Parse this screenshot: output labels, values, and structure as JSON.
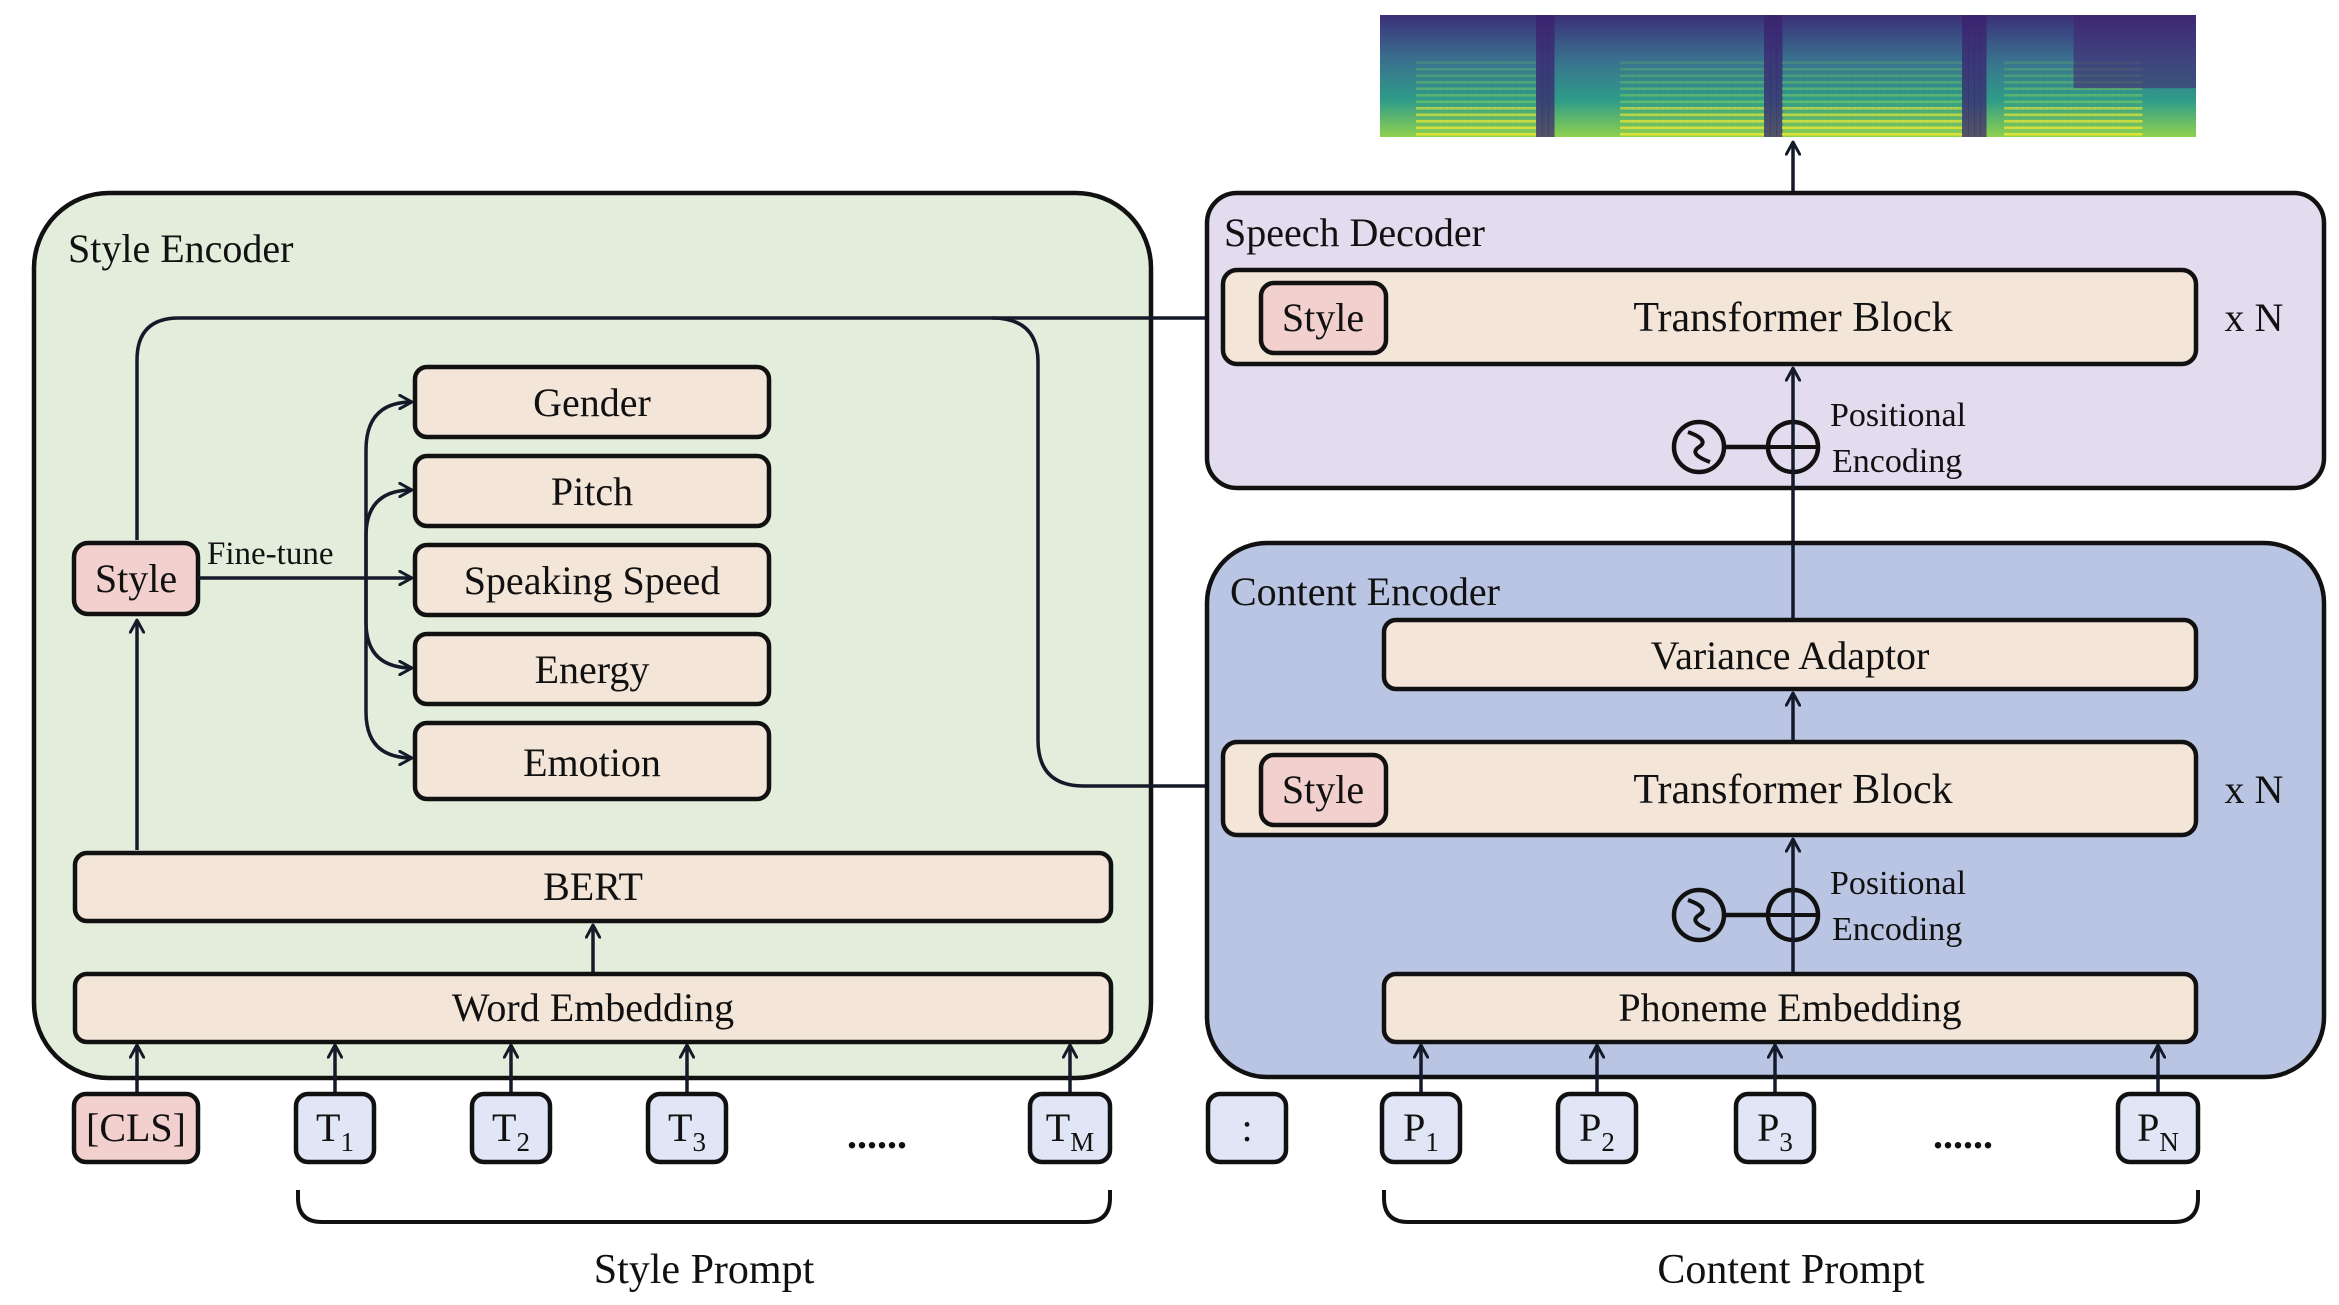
{
  "colors": {
    "style_encoder_bg": "#e2eedb",
    "speech_decoder_bg": "#e3dbee",
    "content_encoder_bg": "#bac5e3",
    "module_bg": "#f3e5d8",
    "style_token_bg": "#f2d0ce",
    "input_token_bg": "#e0e6f6",
    "stroke": "#111111",
    "arrow": "#141a2a"
  },
  "style_encoder": {
    "title": "Style Encoder",
    "style_label": "Style",
    "finetune_label": "Fine-tune",
    "attributes": [
      "Gender",
      "Pitch",
      "Speaking Speed",
      "Energy",
      "Emotion"
    ],
    "bert_label": "BERT",
    "word_embedding_label": "Word Embedding"
  },
  "speech_decoder": {
    "title": "Speech Decoder",
    "style_label": "Style",
    "transformer_label": "Transformer Block",
    "repeat_label": "x N",
    "positional_encoding_line1": "Positional",
    "positional_encoding_line2": "Encoding"
  },
  "content_encoder": {
    "title": "Content Encoder",
    "variance_adaptor_label": "Variance Adaptor",
    "style_label": "Style",
    "transformer_label": "Transformer Block",
    "repeat_label": "x N",
    "positional_encoding_line1": "Positional",
    "positional_encoding_line2": "Encoding",
    "phoneme_embedding_label": "Phoneme Embedding"
  },
  "style_prompt": {
    "cls_token": "[CLS]",
    "tokens": [
      {
        "base": "T",
        "sub": "1"
      },
      {
        "base": "T",
        "sub": "2"
      },
      {
        "base": "T",
        "sub": "3"
      },
      {
        "base": "T",
        "sub": "M"
      }
    ],
    "ellipsis": "......",
    "label": "Style Prompt"
  },
  "content_prompt": {
    "separator_token": ":",
    "tokens": [
      {
        "base": "P",
        "sub": "1"
      },
      {
        "base": "P",
        "sub": "2"
      },
      {
        "base": "P",
        "sub": "3"
      },
      {
        "base": "P",
        "sub": "N"
      }
    ],
    "ellipsis": "......",
    "label": "Content Prompt"
  },
  "output": {
    "name": "mel-spectrogram"
  }
}
